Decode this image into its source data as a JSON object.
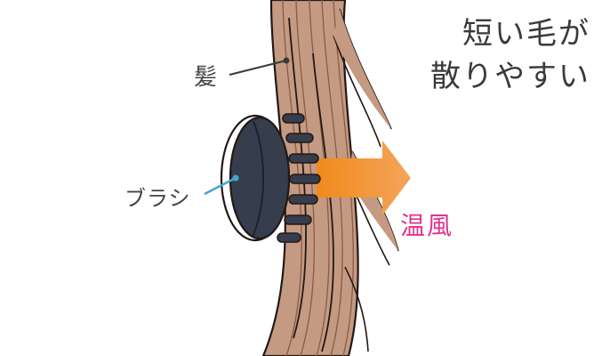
{
  "title": {
    "line1": "短い毛が",
    "line2": "散りやすい"
  },
  "labels": {
    "hair": "髪",
    "brush": "ブラシ",
    "warm_air": "温風"
  },
  "colors": {
    "hair_fill": "#c49a82",
    "hair_dark": "#8a5a45",
    "outline": "#231815",
    "brush_body": "#363d4d",
    "leader_hair": "#3a3a3a",
    "leader_brush": "#3fa7cf",
    "arrow_start": "#f08a1c",
    "arrow_end": "#f4a45a",
    "warm_air_text": "#e0338e",
    "title_text": "#3a3a3a",
    "label_text": "#444444"
  }
}
